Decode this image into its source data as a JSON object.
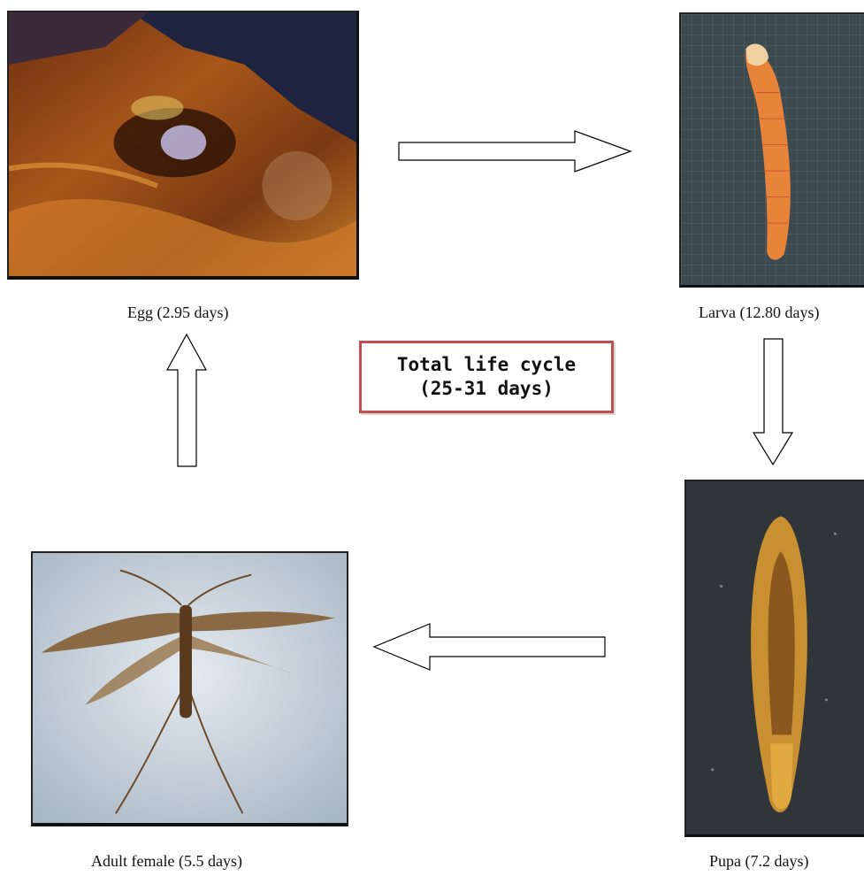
{
  "stages": {
    "egg": {
      "label": "Egg (2.95 days)",
      "photo_icon": "egg-photo"
    },
    "larva": {
      "label": "Larva (12.80 days)",
      "photo_icon": "larva-photo"
    },
    "pupa": {
      "label": "Pupa (7.2 days)",
      "photo_icon": "pupa-photo"
    },
    "adult": {
      "label": "Adult female (5.5 days)",
      "photo_icon": "moth-photo"
    }
  },
  "center": {
    "line1": "Total life cycle",
    "line2": "(25-31 days)",
    "border_color": "#c0504d"
  },
  "flow": [
    "egg",
    "larva",
    "pupa",
    "adult",
    "egg"
  ]
}
